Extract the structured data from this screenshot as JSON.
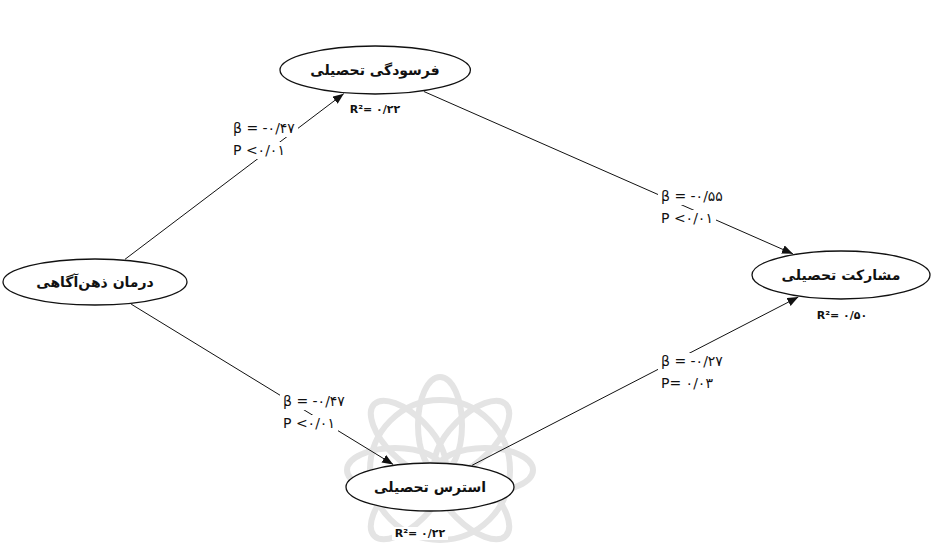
{
  "diagram": {
    "nodes": [
      {
        "text": [
          "درمان ذهن‌آگاهی"
        ]
      },
      {
        "text": [
          "فرسودگی تحصیلی"
        ]
      },
      {
        "text": [
          "استرس تحصیلی"
        ]
      },
      {
        "text": [
          "مشارکت تحصیلی"
        ]
      }
    ],
    "edges": [
      {
        "from": 0,
        "to": 1,
        "arrow": "to"
      },
      {
        "from": 1,
        "to": 3,
        "arrow": "to"
      },
      {
        "from": 0,
        "to": 2,
        "arrow": "to"
      },
      {
        "from": 2,
        "to": 3,
        "arrow": "to"
      }
    ],
    "labels": [
      "β = -۰/۴۷",
      "P <۰/۰۱",
      "R²= ۰/۲۲",
      "β = -۰/۵۵",
      "P <۰/۰۱",
      "β = -۰/۴۷",
      "P <۰/۰۱",
      "R²= ۰/۵۰",
      "β = -۰/۲۷",
      "P= ۰/۰۳",
      "R²= ۰/۲۲"
    ]
  }
}
